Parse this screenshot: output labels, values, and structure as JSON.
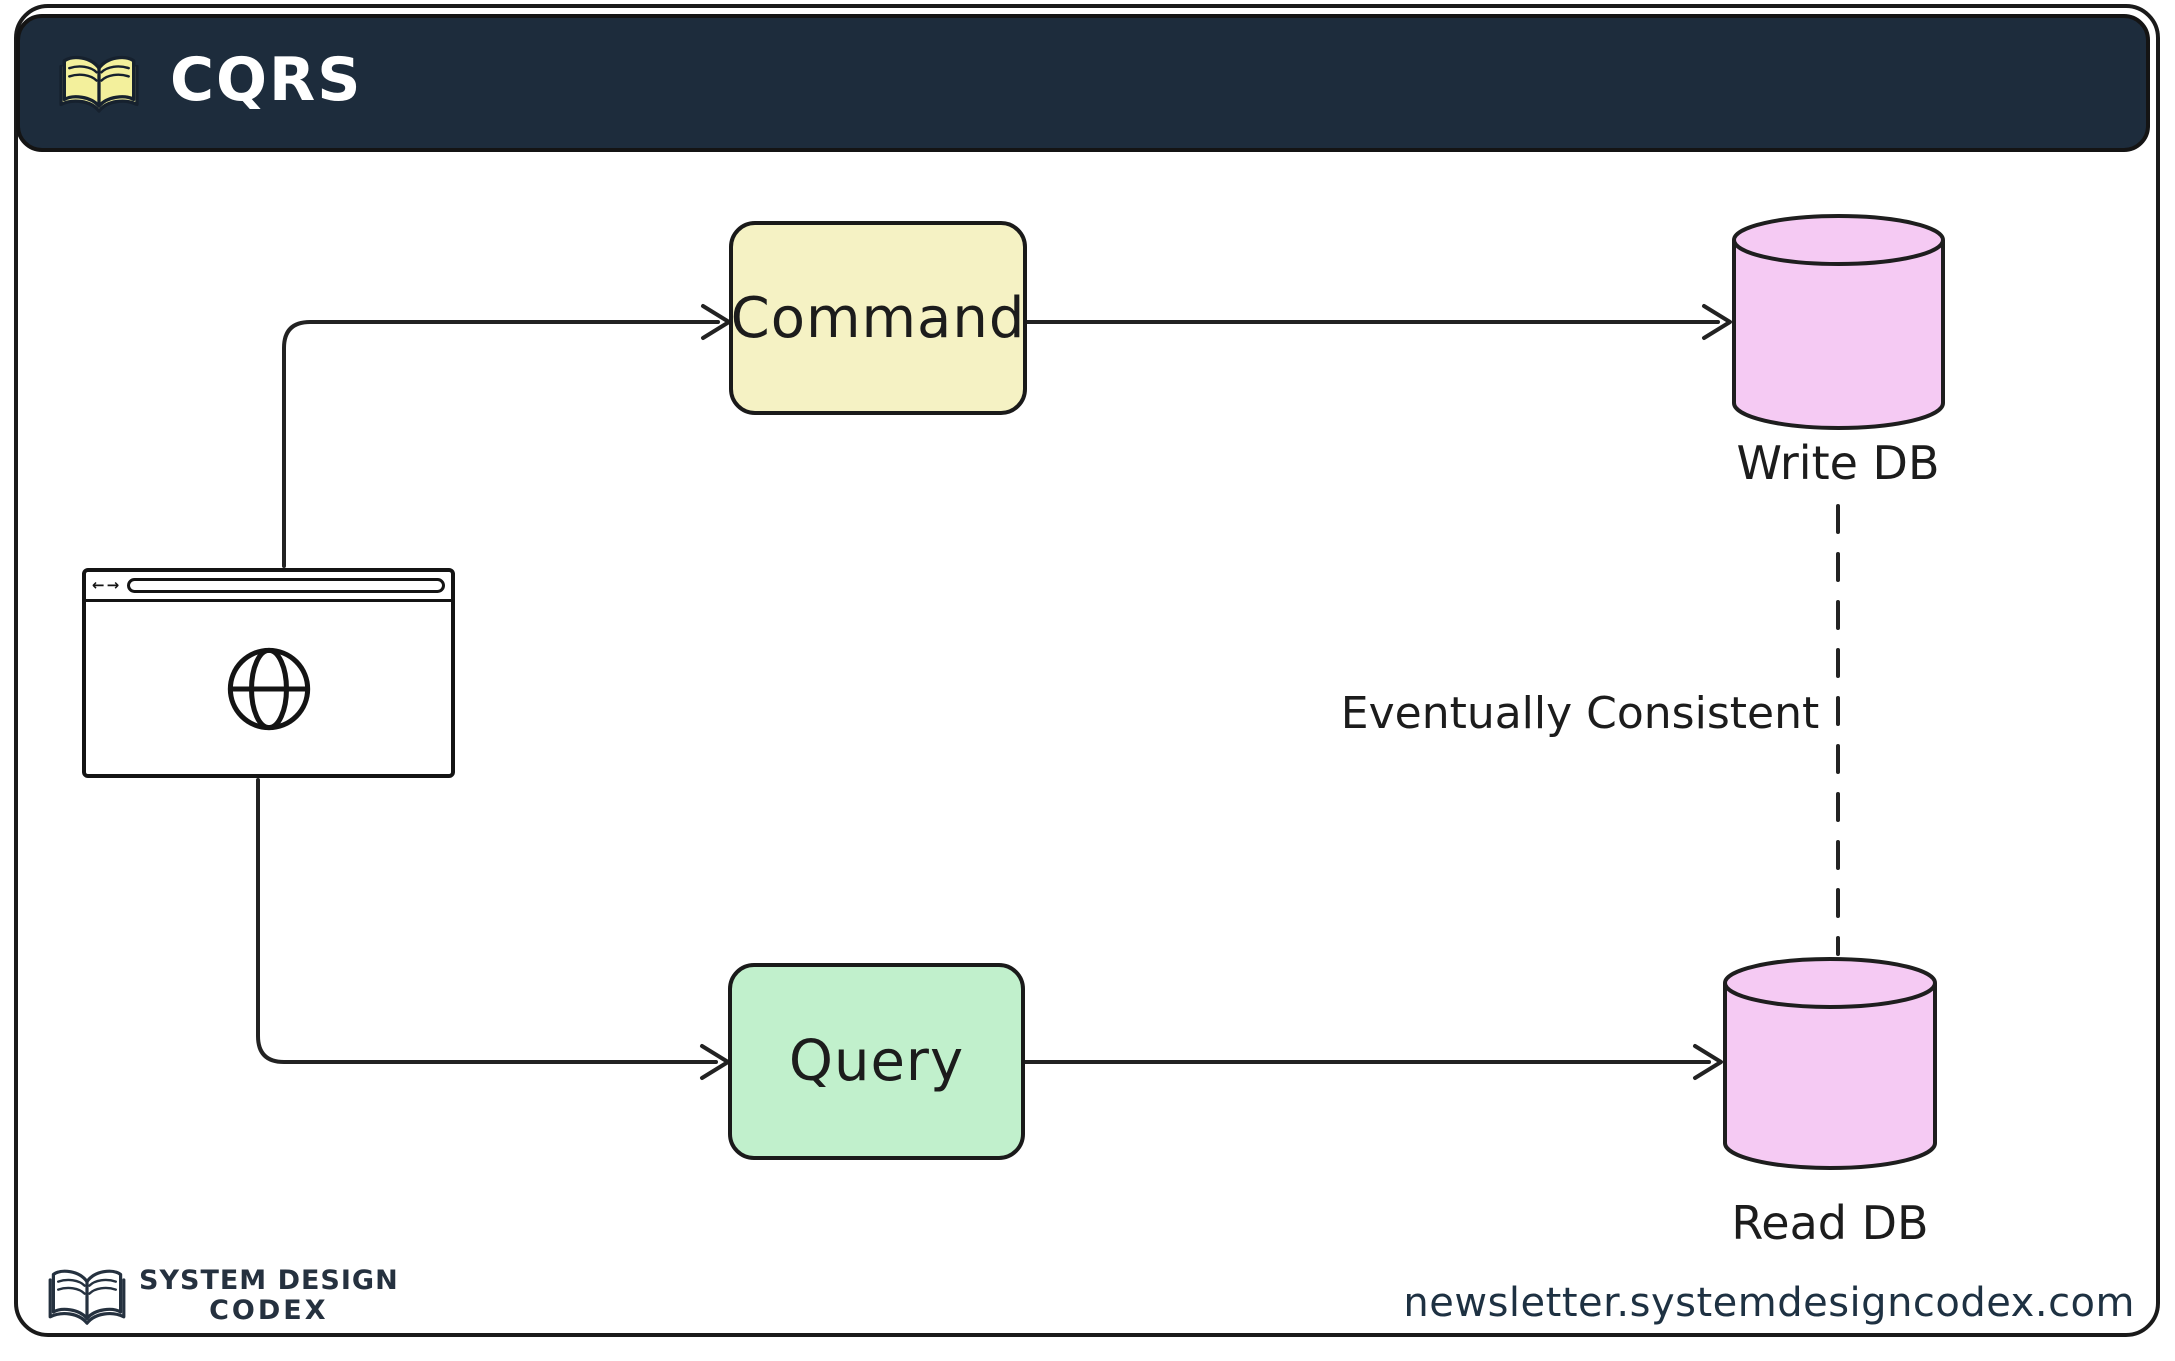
{
  "header": {
    "title": "CQRS"
  },
  "nodes": {
    "command": {
      "label": "Command",
      "fill": "#f5f2c4"
    },
    "query": {
      "label": "Query",
      "fill": "#c1f0cc"
    },
    "write_db": {
      "label": "Write DB",
      "fill": "#f5caf3"
    },
    "read_db": {
      "label": "Read DB",
      "fill": "#f5caf3"
    }
  },
  "annotation": {
    "label": "Eventually Consistent"
  },
  "browser": {
    "back_icon": "←",
    "forward_icon": "→"
  },
  "footer": {
    "brand_line1": "SYSTEM DESIGN",
    "brand_line2": "CODEX",
    "website": "newsletter.systemdesigncodex.com"
  },
  "colors": {
    "header_bg": "#1d2c3c",
    "ink": "#222222",
    "frame_border": "#1a1a1a",
    "book_pages": "#f3f09c"
  }
}
